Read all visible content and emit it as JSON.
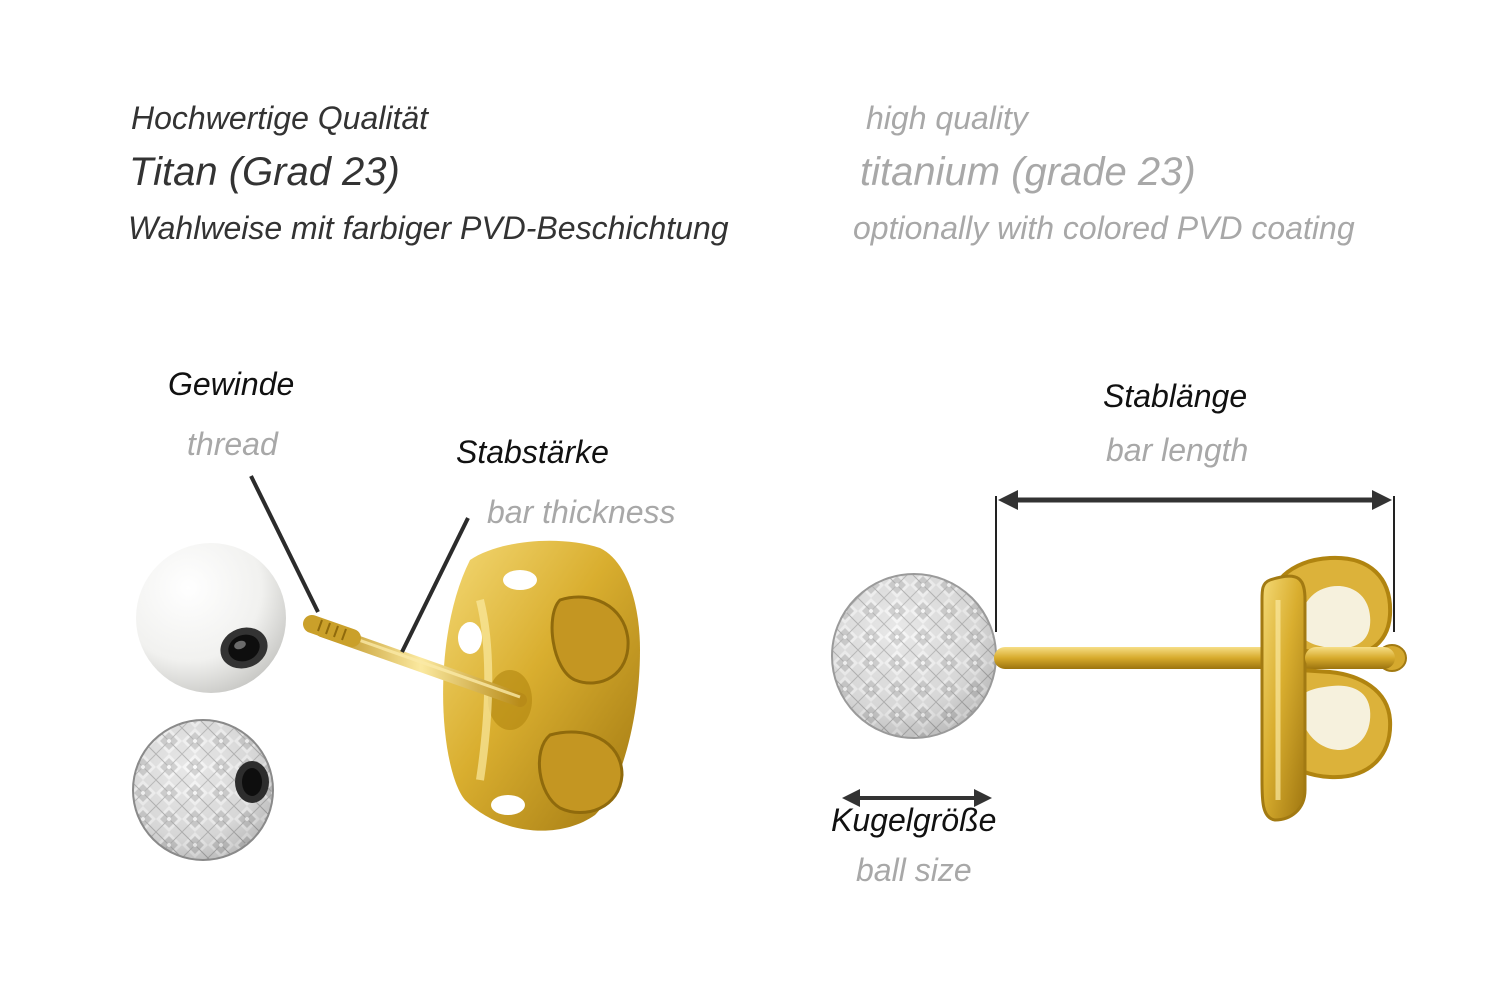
{
  "header": {
    "german": {
      "quality": "Hochwertige Qualität",
      "material": "Titan (Grad 23)",
      "coating": "Wahlweise mit farbiger PVD-Beschichtung"
    },
    "english": {
      "quality": "high quality",
      "material": "titanium (grade 23)",
      "coating": "optionally with colored PVD coating"
    }
  },
  "labels": {
    "thread": {
      "de": "Gewinde",
      "en": "thread"
    },
    "bar_thickness": {
      "de": "Stabstärke",
      "en": "bar thickness"
    },
    "bar_length": {
      "de": "Stablänge",
      "en": "bar length"
    },
    "ball_size": {
      "de": "Kugelgröße",
      "en": "ball size"
    }
  },
  "colors": {
    "gold": "#d8ae2e",
    "gold_dark": "#a27a12",
    "gold_light": "#f2d874",
    "pearl": "#f4f4f2",
    "crystal": "#d4d4d4",
    "pointer": "#333333",
    "german_text": "#333333",
    "english_text": "#a8a8a8"
  }
}
